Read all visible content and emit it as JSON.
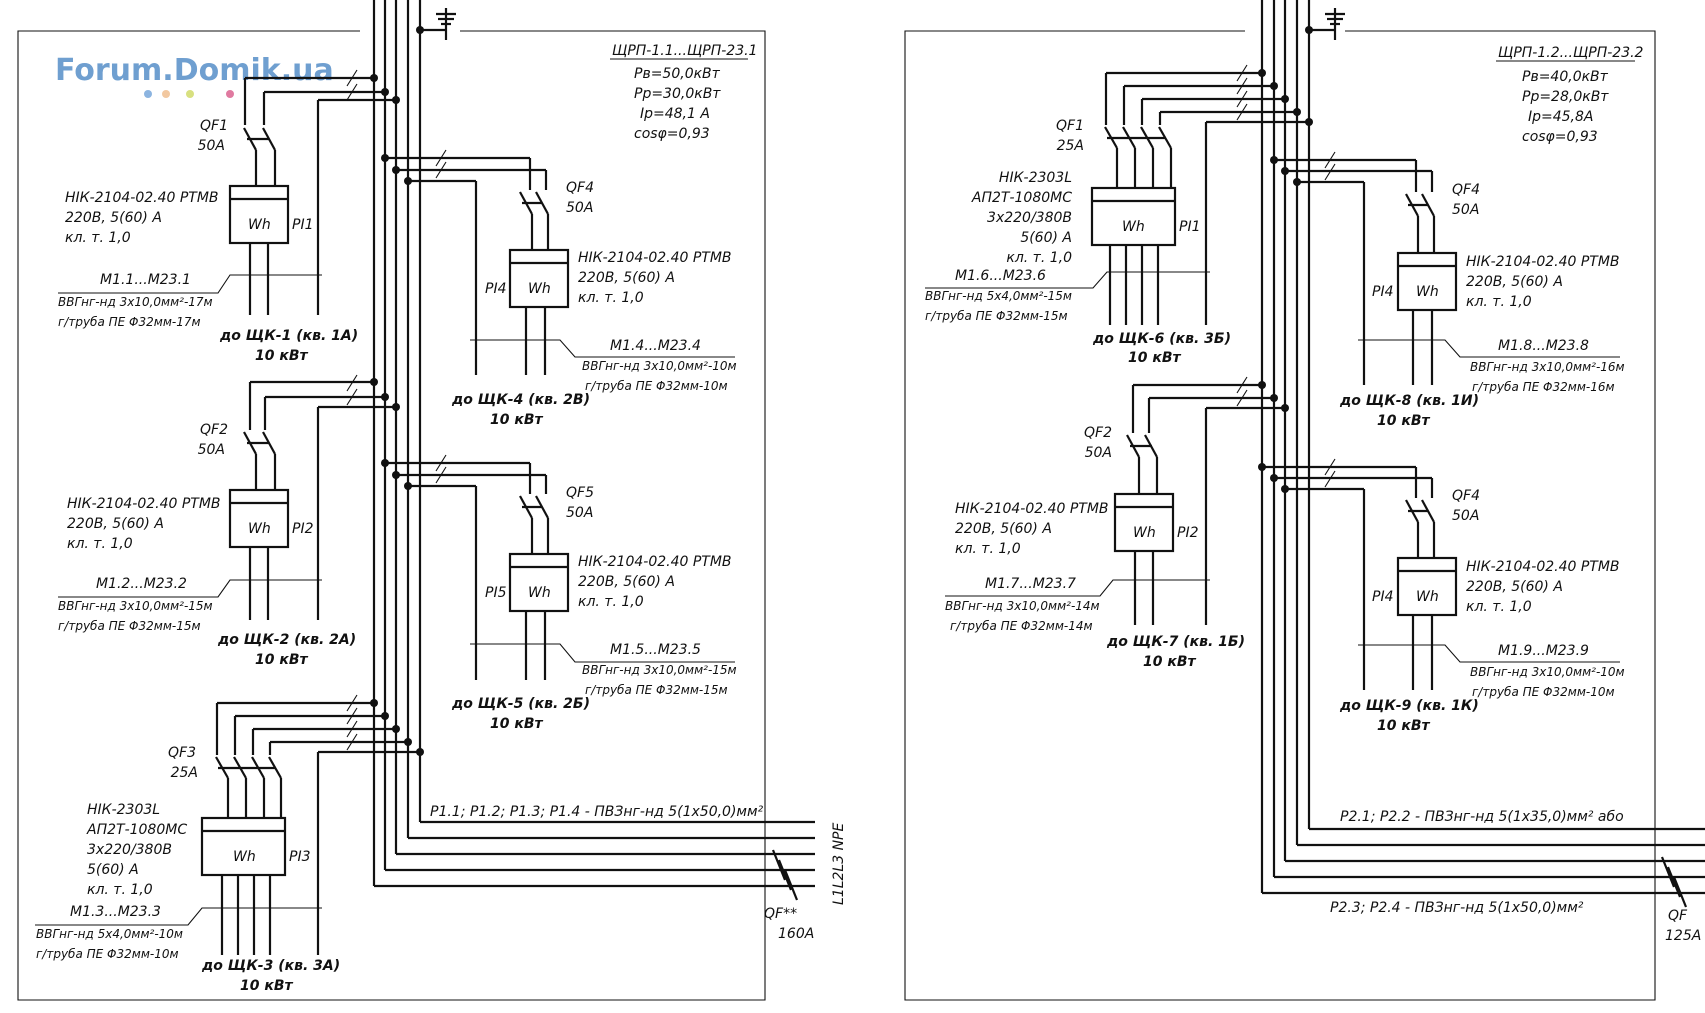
{
  "watermark": {
    "text": "Forum.Domik.ua",
    "dot_colors": [
      "#8cb4e0",
      "#f2c8a0",
      "#d8e080",
      "#e07aa0"
    ]
  },
  "panels": [
    {
      "id": "left",
      "title": "ЩРП-1.1...ЩРП-23.1",
      "params": [
        "Pв=50,0кВт",
        "Pp=30,0кВт",
        "Ip=48,1 A",
        "cosφ=0,93"
      ],
      "feeders": [
        {
          "qf": "QF1",
          "rating": "50A",
          "meter": "НІК-2104-02.40 РТМВ",
          "meter_spec": [
            "220В, 5(60) А",
            "кл. т. 1,0"
          ],
          "pi": "PI1",
          "line": "М1.1...М23.1",
          "cable": [
            "ВВГнг-нд 3х10,0мм²-17м",
            "г/труба ПЕ Φ32мм-17м"
          ],
          "dest": "до ЩК-1 (кв. 1А)",
          "power": "10 кВт"
        },
        {
          "qf": "QF2",
          "rating": "50A",
          "meter": "НІК-2104-02.40 РТМВ",
          "meter_spec": [
            "220В, 5(60) А",
            "кл. т. 1,0"
          ],
          "pi": "PI2",
          "line": "М1.2...М23.2",
          "cable": [
            "ВВГнг-нд 3х10,0мм²-15м",
            "г/труба ПЕ Φ32мм-15м"
          ],
          "dest": "до ЩК-2 (кв. 2А)",
          "power": "10 кВт"
        },
        {
          "qf": "QF3",
          "rating": "25A",
          "meter": "НІК-2303L",
          "meter_spec": [
            "АП2Т-1080МС",
            "3х220/380В",
            "5(60) А",
            "кл. т. 1,0"
          ],
          "pi": "PI3",
          "line": "М1.3...М23.3",
          "cable": [
            "ВВГнг-нд 5х4,0мм²-10м",
            "г/труба ПЕ Φ32мм-10м"
          ],
          "dest": "до ЩК-3 (кв. 3А)",
          "power": "10 кВт"
        },
        {
          "qf": "QF4",
          "rating": "50A",
          "meter": "НІК-2104-02.40 РТМВ",
          "meter_spec": [
            "220В, 5(60) А",
            "кл. т. 1,0"
          ],
          "pi": "PI4",
          "line": "М1.4...М23.4",
          "cable": [
            "ВВГнг-нд 3х10,0мм²-10м",
            "г/труба ПЕ Φ32мм-10м"
          ],
          "dest": "до ЩК-4 (кв. 2В)",
          "power": "10 кВт"
        },
        {
          "qf": "QF5",
          "rating": "50A",
          "meter": "НІК-2104-02.40 РТМВ",
          "meter_spec": [
            "220В, 5(60) А",
            "кл. т. 1,0"
          ],
          "pi": "PI5",
          "line": "М1.5...М23.5",
          "cable": [
            "ВВГнг-нд 3х10,0мм²-15м",
            "г/труба ПЕ Φ32мм-15м"
          ],
          "dest": "до ЩК-5 (кв. 2Б)",
          "power": "10 кВт"
        }
      ],
      "bus_note": "P1.1; P1.2; P1.3; P1.4 - ПВЗнг-нд 5(1х50,0)мм²",
      "phases": "L1L2L3 NPE",
      "main_qf": "QF**",
      "main_rating": "160A"
    },
    {
      "id": "right",
      "title": "ЩРП-1.2...ЩРП-23.2",
      "params": [
        "Pв=40,0кВт",
        "Pp=28,0кВт",
        "Ip=45,8A",
        "cosφ=0,93"
      ],
      "feeders": [
        {
          "qf": "QF1",
          "rating": "25A",
          "meter": "НІК-2303L",
          "meter_spec": [
            "АП2Т-1080МС",
            "3х220/380В",
            "5(60) А",
            "кл. т. 1,0"
          ],
          "pi": "PI1",
          "line": "М1.6...М23.6",
          "cable": [
            "ВВГнг-нд 5х4,0мм²-15м",
            "г/труба ПЕ Φ32мм-15м"
          ],
          "dest": "до ЩК-6 (кв. 3Б)",
          "power": "10 кВт"
        },
        {
          "qf": "QF2",
          "rating": "50A",
          "meter": "НІК-2104-02.40 РТМВ",
          "meter_spec": [
            "220В, 5(60) А",
            "кл. т. 1,0"
          ],
          "pi": "PI2",
          "line": "М1.7...М23.7",
          "cable": [
            "ВВГнг-нд 3х10,0мм²-14м",
            "г/труба ПЕ Φ32мм-14м"
          ],
          "dest": "до ЩК-7 (кв. 1Б)",
          "power": "10 кВт"
        },
        {
          "qf": "QF4",
          "rating": "50A",
          "meter": "НІК-2104-02.40 РТМВ",
          "meter_spec": [
            "220В, 5(60) А",
            "кл. т. 1,0"
          ],
          "pi": "PI4",
          "line": "М1.8...М23.8",
          "cable": [
            "ВВГнг-нд 3х10,0мм²-16м",
            "г/труба ПЕ Φ32мм-16м"
          ],
          "dest": "до ЩК-8 (кв. 1И)",
          "power": "10 кВт"
        },
        {
          "qf": "QF4",
          "rating": "50A",
          "meter": "НІК-2104-02.40 РТМВ",
          "meter_spec": [
            "220В, 5(60) А",
            "кл. т. 1,0"
          ],
          "pi": "PI4",
          "line": "М1.9...М23.9",
          "cable": [
            "ВВГнг-нд 3х10,0мм²-10м",
            "г/труба ПЕ Φ32мм-10м"
          ],
          "dest": "до ЩК-9 (кв. 1К)",
          "power": "10 кВт"
        }
      ],
      "bus_note": "P2.1; P2.2 - ПВЗнг-нд 5(1х35,0)мм² або",
      "bus_note2": "P2.3; P2.4 - ПВЗнг-нд 5(1х50,0)мм²",
      "main_qf": "QF",
      "main_rating": "125A"
    }
  ]
}
